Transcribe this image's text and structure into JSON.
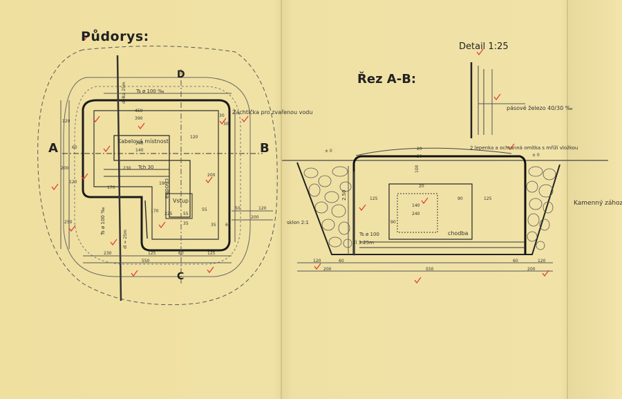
{
  "plan": {
    "title": "Půdorys:",
    "section_A_left": "A",
    "section_B": "B",
    "section_D": "D",
    "section_C": "C",
    "drain_note": "Žachtička pro zvařenou vodu",
    "cable_room": "Kabelová místnost",
    "corridor": "chodba",
    "entrance": "Vstup",
    "pipe_note_1": "Ts ø 100 ‰",
    "pipe_note_2": "Ts ø 100 ‰",
    "pipe_label_vertical": "délka 25m",
    "pipe_label_lower": "dl = 25m",
    "tch_label": "Tch 30",
    "dims_top": [
      "450",
      "390",
      "30"
    ],
    "dims_left": [
      "120",
      "60",
      "200",
      "120",
      "250"
    ],
    "dims_inner": [
      "240",
      "140",
      "230",
      "120",
      "170",
      "225",
      "190",
      "170",
      "200",
      "55",
      "35",
      "55",
      "35"
    ],
    "dims_right": [
      "30",
      "60",
      "50",
      "120",
      "200"
    ],
    "dims_bottom": [
      "230",
      "125",
      "550",
      "60",
      "125"
    ]
  },
  "section": {
    "title": "Řez A-B:",
    "detail_title": "Detail 1:25",
    "detail_note": "pásové železo 40/30 ‰",
    "plaster_note": "2 lepenka a ochranná omítka s mříží vložkou",
    "stone_note": "Kamenný zához",
    "slope_note": "sklon 2:1",
    "corridor": "chodba",
    "pipe_note": "Ts ø 100",
    "pipe_len": "dl 3.25m",
    "height_label": "2.50",
    "level_left": "± 0",
    "level_right": "± 0",
    "dims_inner": [
      "125",
      "140",
      "90",
      "125",
      "90",
      "240",
      "20",
      "30",
      "100",
      "20"
    ],
    "dims_bottom_left": [
      "120",
      "60",
      "200"
    ],
    "dims_bottom_mid": "550",
    "dims_bottom_right": [
      "60",
      "120",
      "200"
    ]
  },
  "colors": {
    "paper": "#efe0a0",
    "ink": "#222222",
    "check": "#e0403a"
  }
}
